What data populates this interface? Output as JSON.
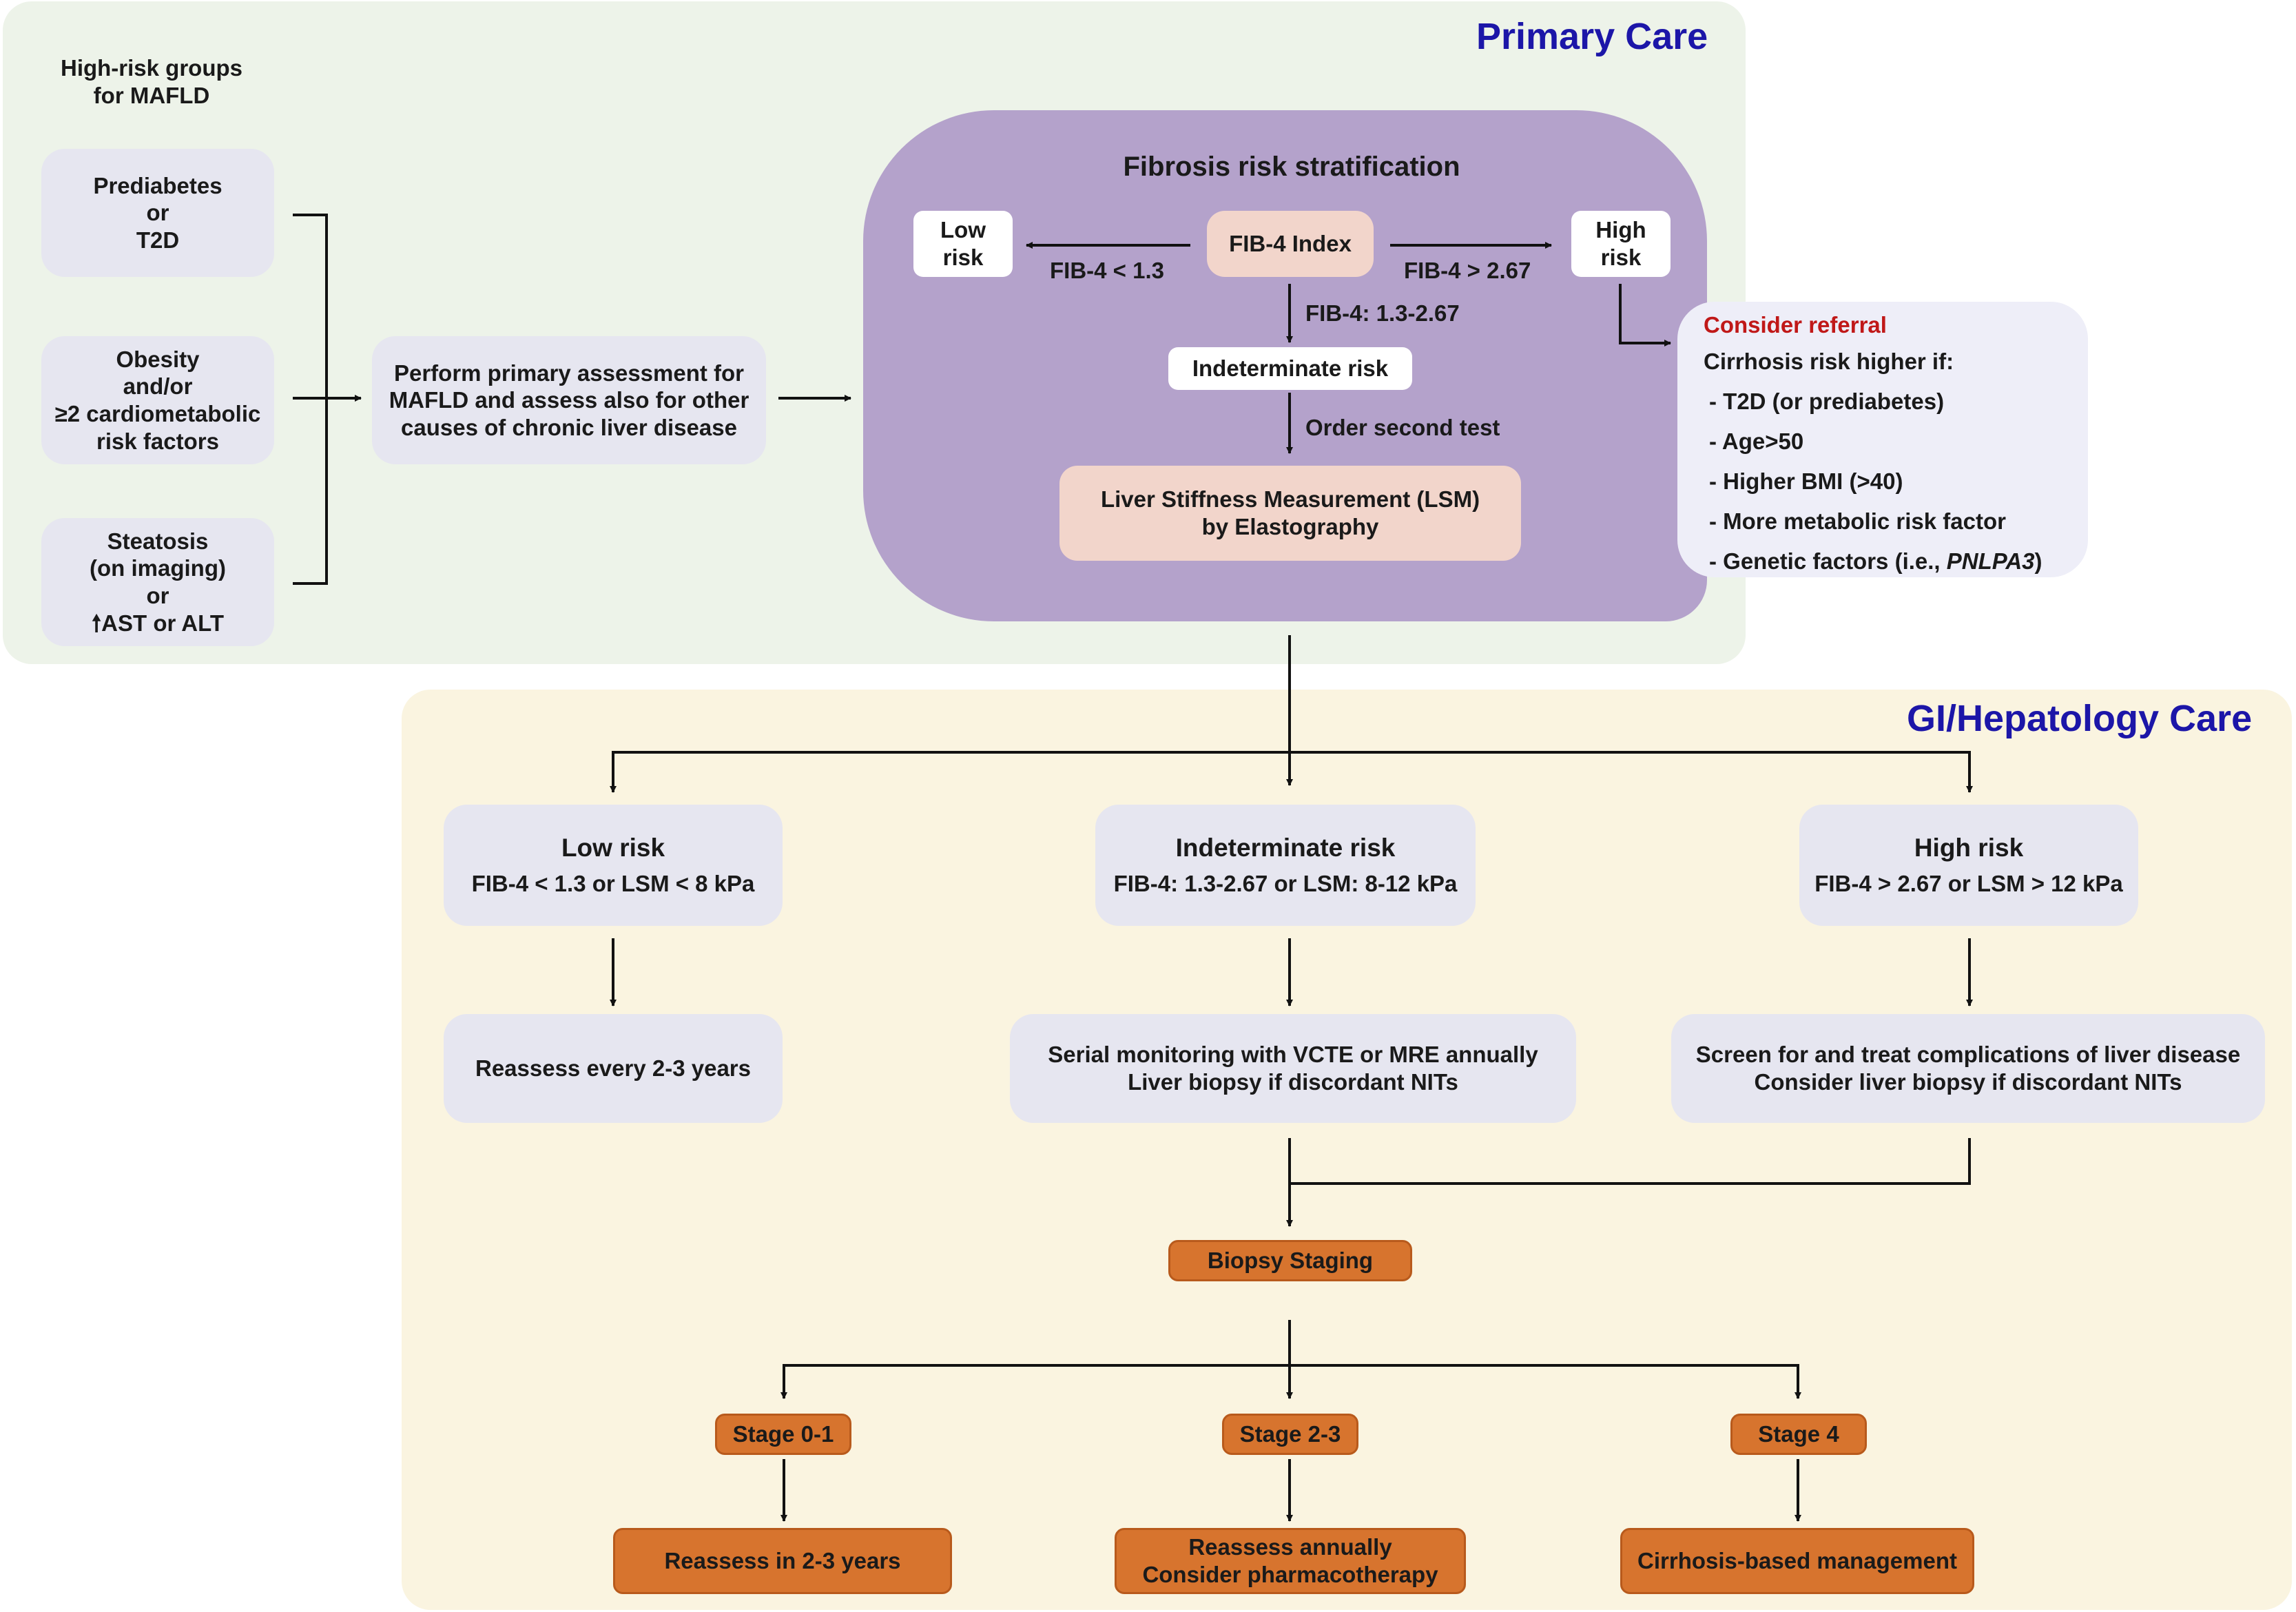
{
  "primary_care": {
    "title": "Primary Care",
    "high_risk_heading": [
      "High-risk groups",
      "for MAFLD"
    ],
    "groups": [
      [
        "Prediabetes",
        "or",
        "T2D"
      ],
      [
        "Obesity",
        "and/or",
        "≥2 cardiometabolic",
        "risk factors"
      ],
      [
        "Steatosis",
        "(on imaging)",
        "or",
        "AST or ALT"
      ]
    ],
    "assessment": [
      "Perform primary assessment for",
      "MAFLD and assess also for other",
      "causes of chronic liver disease"
    ],
    "stratification": {
      "title": "Fibrosis risk stratification",
      "fib4_index": "FIB-4 Index",
      "low_risk": [
        "Low",
        "risk"
      ],
      "high_risk": [
        "High",
        "risk"
      ],
      "low_threshold": "FIB-4 < 1.3",
      "high_threshold": "FIB-4 > 2.67",
      "mid_threshold": "FIB-4: 1.3-2.67",
      "indeterminate": "Indeterminate risk",
      "second_test": "Order second test",
      "lsm": [
        "Liver Stiffness Measurement (LSM)",
        "by Elastography"
      ]
    },
    "referral": {
      "title": "Consider referral",
      "subtitle": "Cirrhosis risk higher if:",
      "items": [
        "- T2D (or prediabetes)",
        "- Age>50",
        "- Higher BMI (>40)",
        "- More metabolic risk factor"
      ],
      "genetic_prefix": "- Genetic factors (i.e., ",
      "genetic_gene": "PNLPA3",
      "genetic_suffix": ")"
    }
  },
  "gi_care": {
    "title": "GI/Hepatology Care",
    "risk_boxes": [
      {
        "title": "Low risk",
        "criteria": "FIB-4 < 1.3 or LSM < 8 kPa"
      },
      {
        "title": "Indeterminate risk",
        "criteria": "FIB-4: 1.3-2.67 or LSM: 8-12 kPa"
      },
      {
        "title": "High risk",
        "criteria": "FIB-4 > 2.67 or LSM > 12 kPa"
      }
    ],
    "actions": [
      [
        "Reassess every 2-3 years"
      ],
      [
        "Serial monitoring with VCTE or MRE  annually",
        "Liver biopsy if discordant NITs"
      ],
      [
        "Screen for and treat complications of liver disease",
        "Consider liver biopsy if discordant NITs"
      ]
    ],
    "biopsy_staging": "Biopsy Staging",
    "stages": [
      "Stage 0-1",
      "Stage 2-3",
      "Stage 4"
    ],
    "stage_actions": [
      [
        "Reassess in 2-3 years"
      ],
      [
        "Reassess annually",
        "Consider pharmacotherapy"
      ],
      [
        "Cirrhosis-based management"
      ]
    ]
  },
  "colors": {
    "primary_bg": "#edf3e9",
    "gi_bg": "#faf4e0",
    "purple": "#b4a2cb",
    "title_blue": "#1c16a8",
    "referral_red": "#c01818",
    "orange": "#d7742e"
  },
  "icons": [
    "up-arrow-icon"
  ]
}
